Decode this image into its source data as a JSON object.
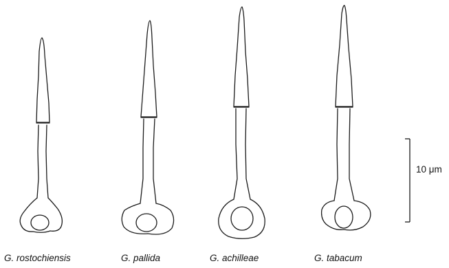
{
  "figure": {
    "species": [
      {
        "name": "G. rostochiensis"
      },
      {
        "name": "G. pallida"
      },
      {
        "name": "G. achilleae"
      },
      {
        "name": "G. tabacum"
      }
    ],
    "scale_bar": {
      "label": "10 μm"
    }
  }
}
